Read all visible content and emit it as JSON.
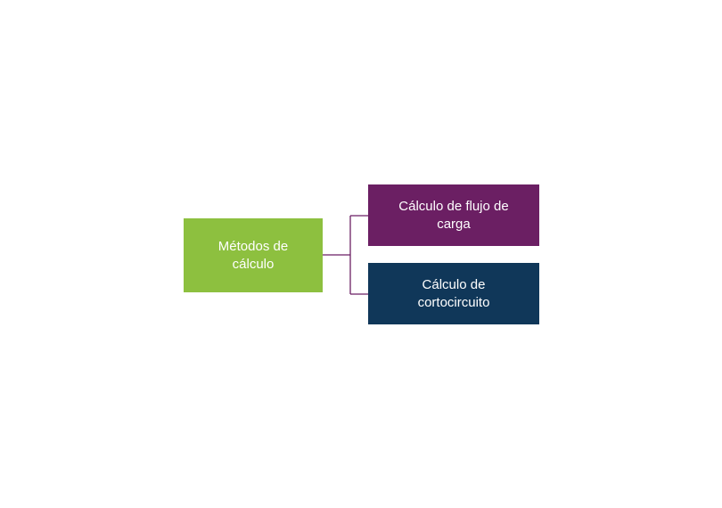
{
  "diagram": {
    "root": {
      "label": "Métodos de\ncálculo",
      "color": "#8dc03f"
    },
    "children": [
      {
        "label": "Cálculo de flujo de\ncarga",
        "color": "#6b1f63"
      },
      {
        "label": "Cálculo de\ncortocircuito",
        "color": "#103759"
      }
    ],
    "connector_color": "#6b1f63"
  }
}
